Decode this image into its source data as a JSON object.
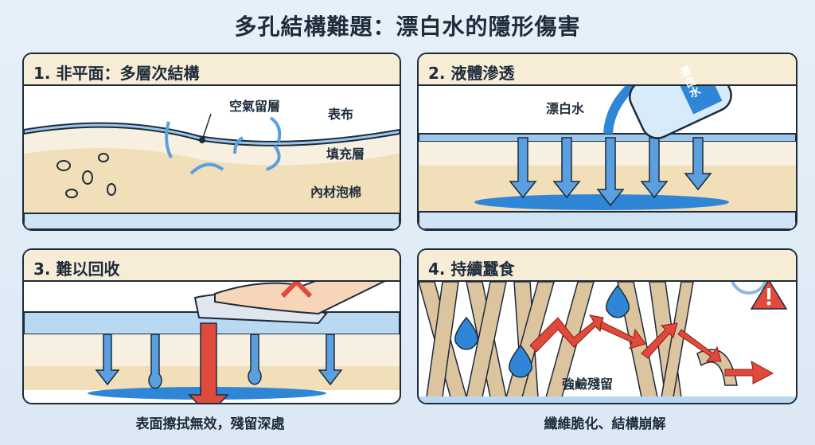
{
  "title": "多孔結構難題：漂白水的隱形傷害",
  "panels": [
    {
      "heading": "1. 非平面：多層次結構",
      "labels": {
        "air": "空氣留層",
        "fabric": "表布",
        "filling": "填充層",
        "foam": "內材泡棉"
      }
    },
    {
      "heading": "2. 液體滲透",
      "labels": {
        "bleach": "漂白水",
        "bottle": "漂白水"
      }
    },
    {
      "heading": "3. 難以回收",
      "caption": "表面擦拭無效，殘留深處"
    },
    {
      "heading": "4. 持續蠶食",
      "labels": {
        "alkali": "強鹼殘留"
      },
      "caption": "纖維脆化、結構崩解"
    }
  ],
  "colors": {
    "navy": "#1d2b3a",
    "cream": "#f7edd7",
    "water": "#2f86d6",
    "arrow_red": "#e04a3c",
    "fiber": "#dcc49f"
  }
}
